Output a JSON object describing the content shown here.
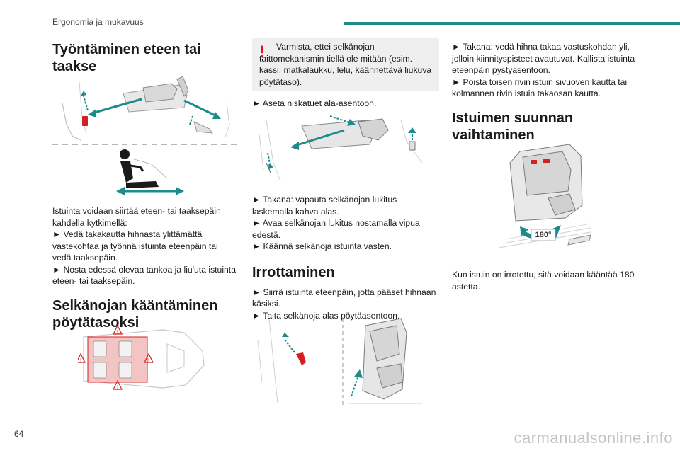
{
  "header": {
    "section_title": "Ergonomia ja mukavuus"
  },
  "page_number": "64",
  "watermark": "carmanualsonline.info",
  "col1": {
    "heading1": "Työntäminen eteen tai taakse",
    "para1": "Istuinta voidaan siirtää eteen- tai taaksepäin kahdella kytkimellä:",
    "bullet1": "► Vedä takakautta hihnasta ylittämättä vastekohtaa ja työnnä istuinta eteenpäin tai vedä taaksepäin.",
    "bullet2": "► Nosta edessä olevaa tankoa ja liu'uta istuinta eteen- tai taaksepäin.",
    "heading2": "Selkänojan kääntäminen pöytätasoksi"
  },
  "col2": {
    "warning_mark": "!",
    "warning": "Varmista, ettei selkänojan taittomekanismin tiellä ole mitään (esim. kassi, matkalaukku, lelu, käännettävä liukuva pöytätaso).",
    "bullet1": "► Aseta niskatuet ala-asentoon.",
    "bullet2": "► Takana: vapauta selkänojan lukitus laskemalla kahva alas.",
    "bullet3": "► Avaa selkänojan lukitus nostamalla vipua edestä.",
    "bullet4": "► Käännä selkänoja istuinta vasten.",
    "heading": "Irrottaminen",
    "bullet5": "► Siirrä istuinta eteenpäin, jotta pääset hihnaan käsiksi.",
    "bullet6": "► Taita selkänoja alas pöytäasentoon."
  },
  "col3": {
    "bullet1": "► Takana: vedä hihna takaa vastuskohdan yli, jolloin kiinnityspisteet avautuvat. Kallista istuinta eteenpäin pystyasentoon.",
    "bullet2": "► Poista toisen rivin istuin sivuoven kautta tai kolmannen rivin istuin takaosan kautta.",
    "heading": "Istuimen suunnan vaihtaminen",
    "rotation_label": "180°",
    "para": "Kun istuin on irrotettu, sitä voidaan kääntää 180 astetta."
  },
  "colors": {
    "accent": "#1f8a8a",
    "warning_red": "#e3101e",
    "highlight_red": "#d42020"
  }
}
